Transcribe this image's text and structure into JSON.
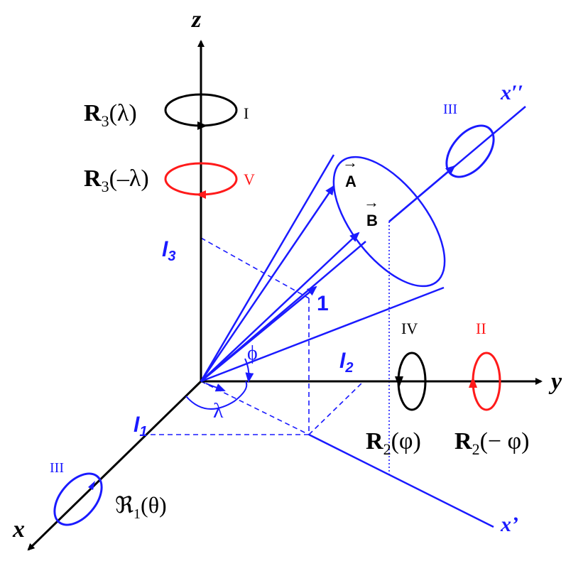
{
  "axes": {
    "z": "z",
    "y": "y",
    "x": "x",
    "x_prime": "x’",
    "x_double_prime": "x′′"
  },
  "rotations": {
    "r3_lambda": {
      "base": "R",
      "sub": "3",
      "arg": "(λ)",
      "step": "I"
    },
    "r3_neg_lambda": {
      "base": "R",
      "sub": "3",
      "arg": "(–λ)",
      "step": "V"
    },
    "r2_phi": {
      "base": "R",
      "sub": "2",
      "arg": "(φ)",
      "step": "IV"
    },
    "r2_neg_phi": {
      "base": "R",
      "sub": "2",
      "arg": "(− φ)",
      "step": "II"
    },
    "r1_theta": {
      "base": "ℜ",
      "sub": "1",
      "arg": "(θ)",
      "step": "III"
    },
    "x2_step": "III"
  },
  "labels": {
    "l1": "l",
    "l1_sub": "1",
    "l2": "l",
    "l2_sub": "2",
    "l3": "l",
    "l3_sub": "3",
    "phi": "ϕ",
    "lambda": "λ",
    "unit": "1",
    "vecA": "A",
    "vecB": "B",
    "arrow": "→"
  },
  "colors": {
    "black": "#000000",
    "blue": "#1a1aff",
    "red": "#ff1a1a"
  }
}
